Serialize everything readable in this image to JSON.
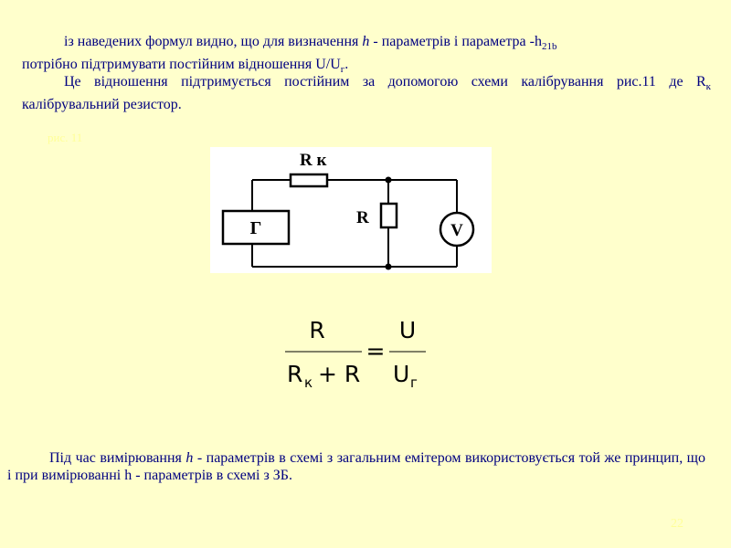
{
  "paragraph1": {
    "line1_text": "із наведених формул видно, що для визначення ",
    "h_italic": "h",
    "line1_text2": " - параметрів і параметра -h",
    "sub_21b": "21b",
    "line2_text": "потрібно підтримувати постійним відношення U/U",
    "sub_g": "г",
    "line2_end": "."
  },
  "paragraph2": {
    "text1": "Це відношення підтримується постійним за допомогою схеми калібрування рис.11 де R",
    "sub_k": "к",
    "text2": " калібрувальний резистор."
  },
  "figure_label": "рис. 11",
  "diagram": {
    "rk_label": "R к",
    "r_label": "R",
    "g_label": "Г",
    "v_label": "V"
  },
  "formula": {
    "num_left": "R",
    "den_left_r": "R",
    "den_left_sub": "к",
    "den_left_plus": "+ R",
    "equals": "=",
    "num_right": "U",
    "den_right": "U",
    "den_right_sub": "г"
  },
  "paragraph3": {
    "text1": "Під час вимірювання ",
    "h_italic": "h",
    "text2": " - параметрів в схемі з загальним емітером використовується той же принцип, що і при вимірюванні h - параметрів в схемі з ЗБ."
  },
  "page_number": "22"
}
